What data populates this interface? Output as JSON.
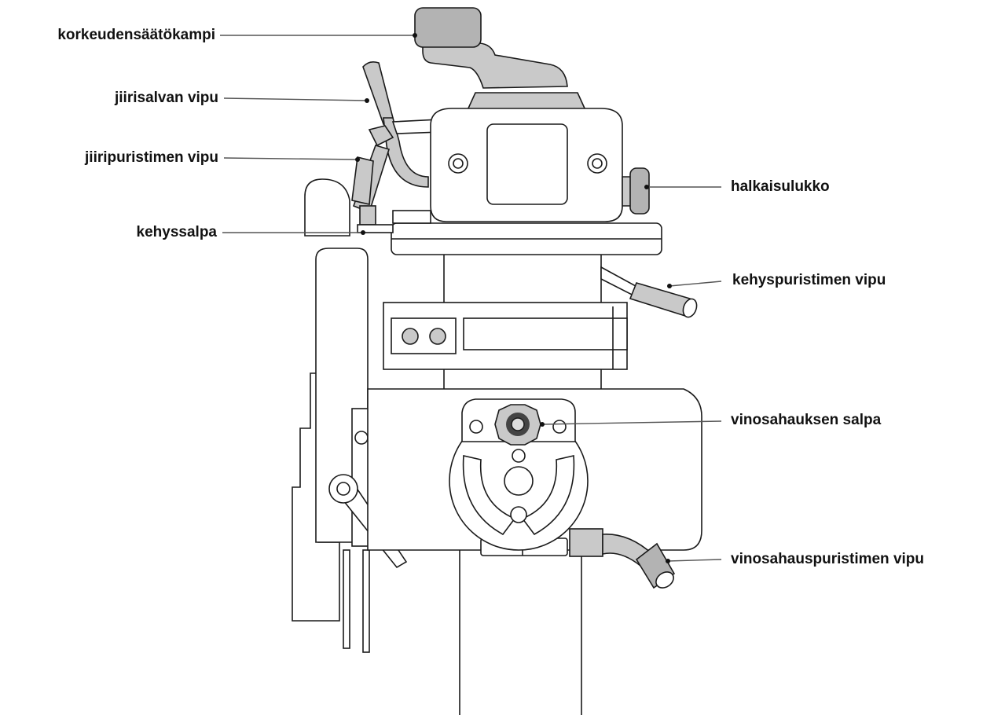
{
  "labels": {
    "korkeudensaatokampi": "korkeudensäätökampi",
    "jiirisalvan_vipu": "jiirisalvan vipu",
    "jiiripuristimen_vipu": "jiiripuristimen vipu",
    "kehyssalpa": "kehyssalpa",
    "halkaisulukko": "halkaisulukko",
    "kehyspuristimen_vipu": "kehyspuristimen vipu",
    "vinosahauksen_salpa": "vinosahauksen salpa",
    "vinosahauspuristimen_vipu": "vinosahauspuristimen vipu"
  },
  "colors": {
    "line": "#1a1a1a",
    "fill_light": "#c9c9c9",
    "fill_dark": "#b3b3b3",
    "leader": "#555555"
  }
}
